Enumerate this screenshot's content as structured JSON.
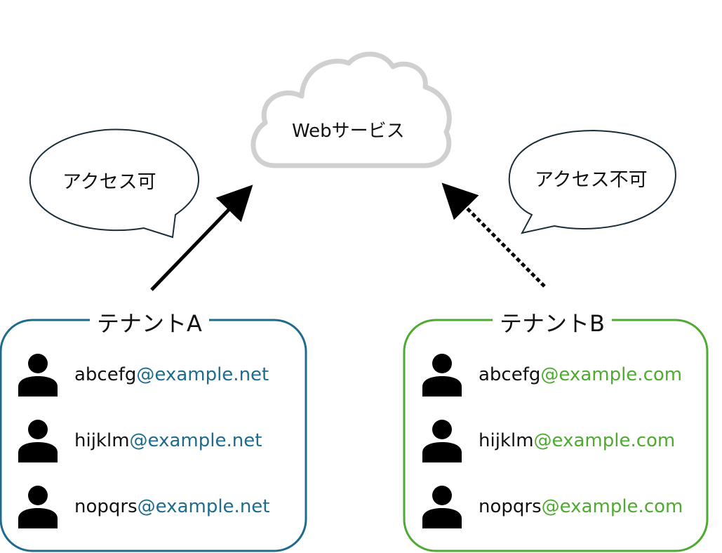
{
  "cloud": {
    "label": "Webサービス",
    "icon": "cloud-icon"
  },
  "bubbles": {
    "allowed": {
      "label": "アクセス可"
    },
    "denied": {
      "label": "アクセス不可"
    }
  },
  "tenants": {
    "a": {
      "label": "テナントA",
      "color": "#1f6b8c",
      "users": [
        {
          "local": "abcefg",
          "domain": "@example.net"
        },
        {
          "local": "hijklm",
          "domain": "@example.net"
        },
        {
          "local": "nopqrs",
          "domain": "@example.net"
        }
      ]
    },
    "b": {
      "label": "テナントB",
      "color": "#4faa32",
      "users": [
        {
          "local": "abcefg",
          "domain": "@example.com"
        },
        {
          "local": "hijklm",
          "domain": "@example.com"
        },
        {
          "local": "nopqrs",
          "domain": "@example.com"
        }
      ]
    }
  }
}
